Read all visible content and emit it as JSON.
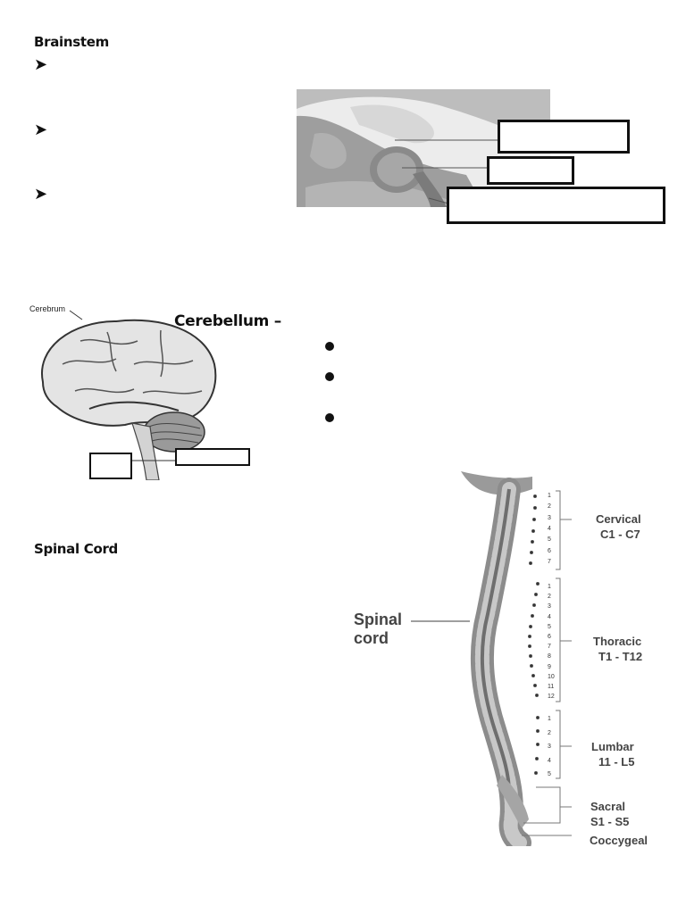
{
  "brainstem": {
    "heading": "Brainstem",
    "bullets": [
      "➤",
      "➤",
      "➤"
    ]
  },
  "cerebellum": {
    "heading": "Cerebellum –",
    "diagram_label": "Cerebrum",
    "bullets": [
      "●",
      "●",
      "●"
    ]
  },
  "spinal": {
    "heading": "Spinal Cord",
    "cord_label": "Spinal cord",
    "regions": [
      {
        "name": "Cervical",
        "range": "C1 - C7"
      },
      {
        "name": "Thoracic",
        "range": "T1 - T12"
      },
      {
        "name": "Lumbar",
        "range": "11 - L5"
      },
      {
        "name": "Sacral",
        "range": "S1 - S5"
      },
      {
        "name": "Coccygeal",
        "range": ""
      }
    ],
    "vertebra_numbers": {
      "cervical": [
        "1",
        "2",
        "3",
        "4",
        "5",
        "6",
        "7"
      ],
      "thoracic": [
        "1",
        "2",
        "3",
        "4",
        "5",
        "6",
        "7",
        "8",
        "9",
        "10",
        "11",
        "12"
      ],
      "lumbar": [
        "1",
        "2",
        "3",
        "4",
        "5"
      ]
    }
  }
}
